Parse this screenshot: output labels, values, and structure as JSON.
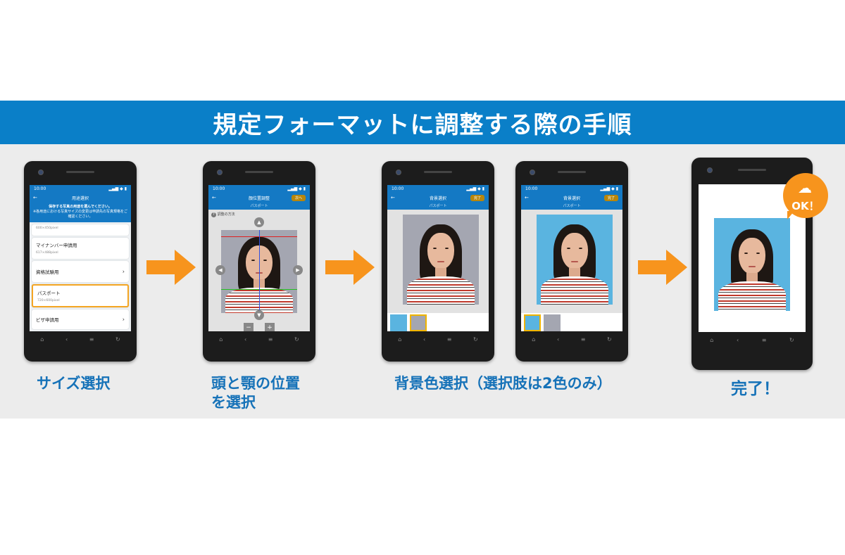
{
  "banner": {
    "title": "規定フォーマットに調整する際の手順"
  },
  "status": {
    "time": "10:00",
    "icons": "▂▄▆ ◆ ▮"
  },
  "phone1": {
    "app_title": "用途選択",
    "notice_line1": "保存する写真の用途を選んでください。",
    "notice_line2": "※各用途における写真サイズの変更は申請先の写真規格をご",
    "notice_line3": "確認ください。",
    "items": [
      {
        "label": "",
        "sub": "600×450pixel"
      },
      {
        "label": "マイナンバー申請用",
        "sub": "617×488pixel"
      },
      {
        "label": "資格試験用",
        "sub": ""
      },
      {
        "label": "パスポート",
        "sub": "720×600pixel"
      },
      {
        "label": "ビザ申請用",
        "sub": ""
      }
    ]
  },
  "phone2": {
    "app_title": "顔位置調整",
    "next_label": "次へ",
    "sub_title": "パスポート",
    "help_label": "調整の方法",
    "minus": "−",
    "plus": "+"
  },
  "phone3": {
    "app_title": "背景選択",
    "done_label": "完了",
    "sub_title": "パスポート"
  },
  "phone4": {
    "app_title": "背景選択",
    "done_label": "完了",
    "sub_title": "パスポート"
  },
  "phone5": {
    "ok_label": "OK！"
  },
  "captions": {
    "step1": "サイズ選択",
    "step2_line1": "頭と顎の位置",
    "step2_line2": "を選択",
    "step3": "背景色選択（選択肢は2色のみ）",
    "step4": "完了！"
  },
  "nav_icons": {
    "home": "⌂",
    "back": "‹",
    "menu": "≡",
    "recent": "↻"
  },
  "colors": {
    "banner": "#0a7fc8",
    "arrow": "#f7941d",
    "caption": "#1672b8",
    "bg_blue": "#5ab4e0",
    "bg_gray": "#a4a6b1"
  }
}
